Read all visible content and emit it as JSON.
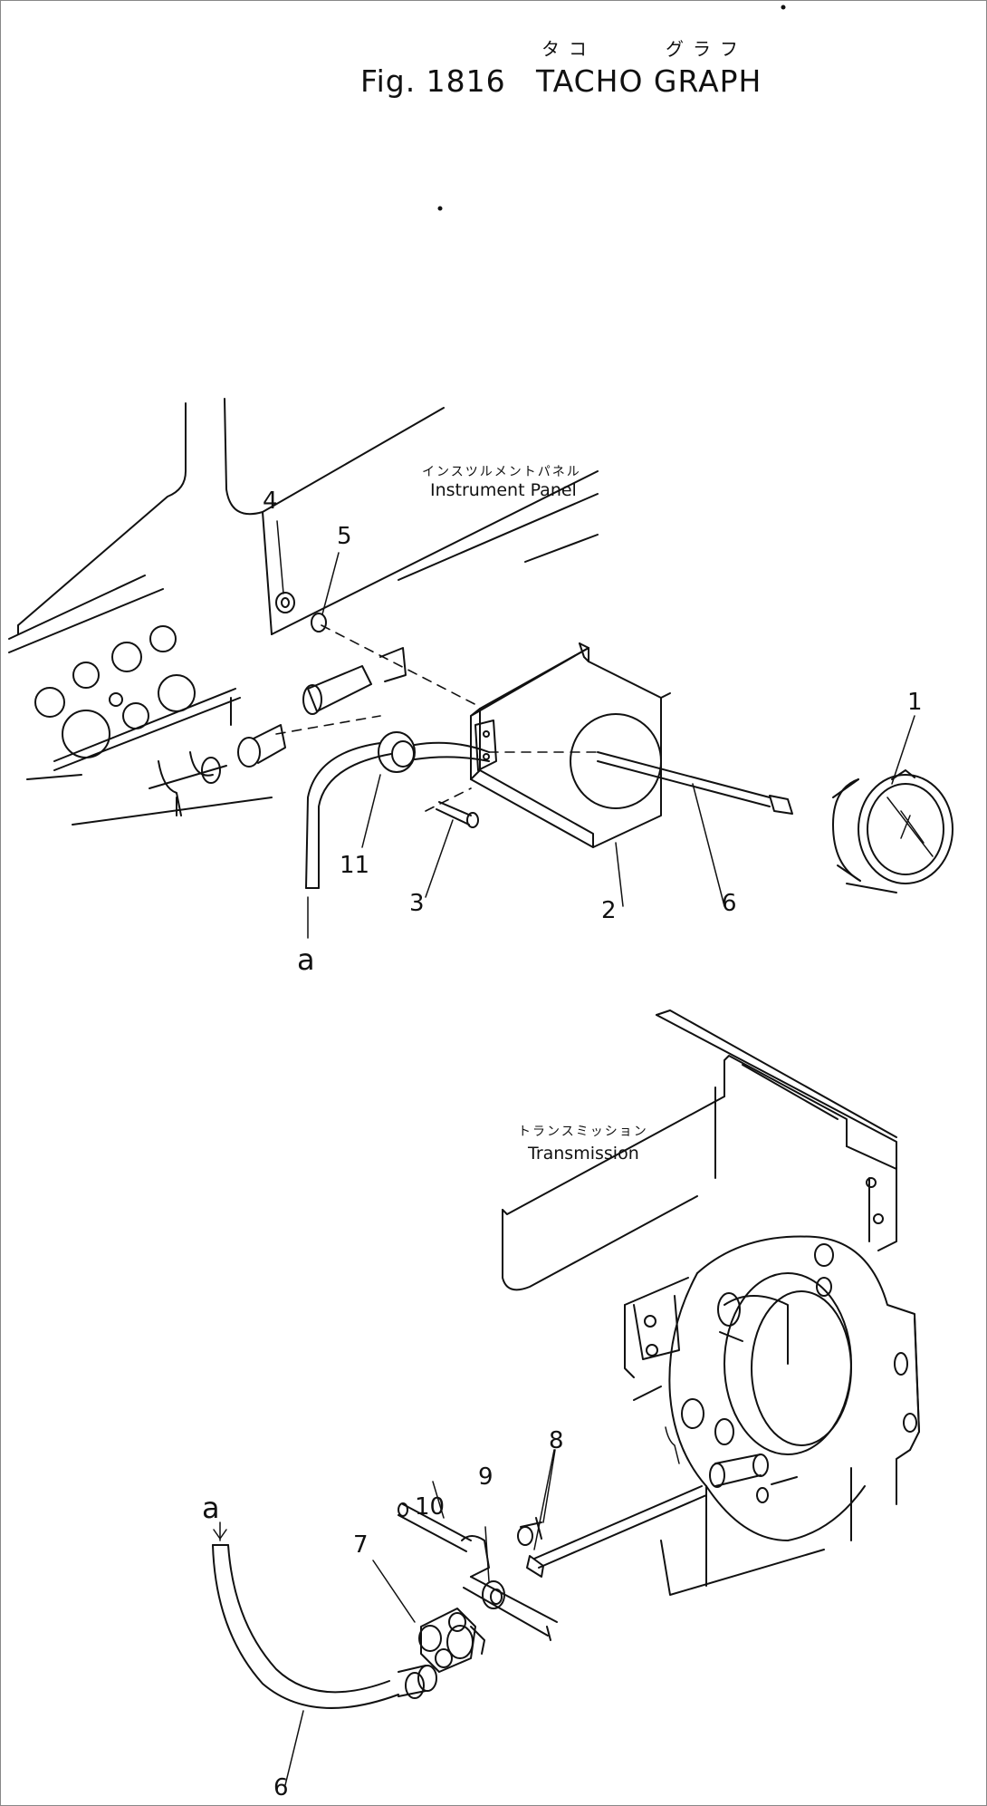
{
  "header": {
    "fig_number": "Fig. 1816",
    "title": "TACHO GRAPH",
    "title_kana_left": "タコ",
    "title_kana_right": "グラフ"
  },
  "labels": {
    "instrument_panel_jp": "インスツルメントパネル",
    "instrument_panel_en": "Instrument Panel",
    "transmission_jp": "トランスミッション",
    "transmission_en": "Transmission"
  },
  "callouts": {
    "p1": "1",
    "p2": "2",
    "p3": "3",
    "p4": "4",
    "p5": "5",
    "p6_upper": "6",
    "p6_lower": "6",
    "p7": "7",
    "p8": "8",
    "p9": "9",
    "p10": "10",
    "p11": "11",
    "a_upper": "a",
    "a_lower": "a"
  }
}
